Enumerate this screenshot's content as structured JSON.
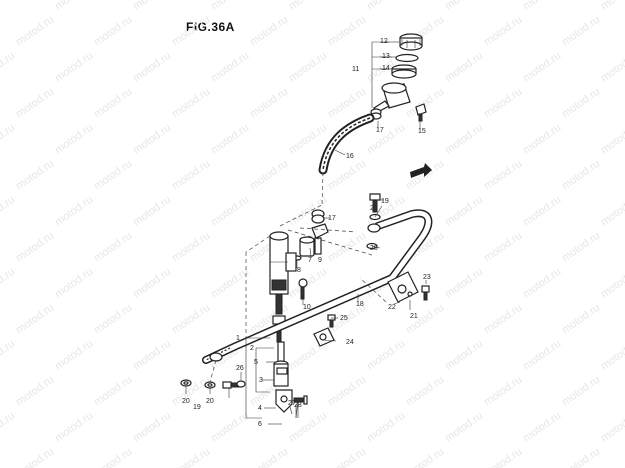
{
  "figure": {
    "title": "FIG.36A"
  },
  "watermark": {
    "text": "motod.ru"
  },
  "callouts": [
    "1",
    "2",
    "3",
    "4",
    "5",
    "6",
    "7",
    "8",
    "9",
    "10",
    "11",
    "12",
    "13",
    "14",
    "15",
    "16",
    "17",
    "17",
    "18",
    "19",
    "19",
    "20",
    "20",
    "20",
    "20",
    "21",
    "22",
    "23",
    "24",
    "25",
    "26",
    "27",
    "28"
  ],
  "colors": {
    "line": "#222222",
    "watermark": "#e7e7e7",
    "background": "#ffffff"
  },
  "icons": [
    "front-direction-arrow-icon"
  ]
}
